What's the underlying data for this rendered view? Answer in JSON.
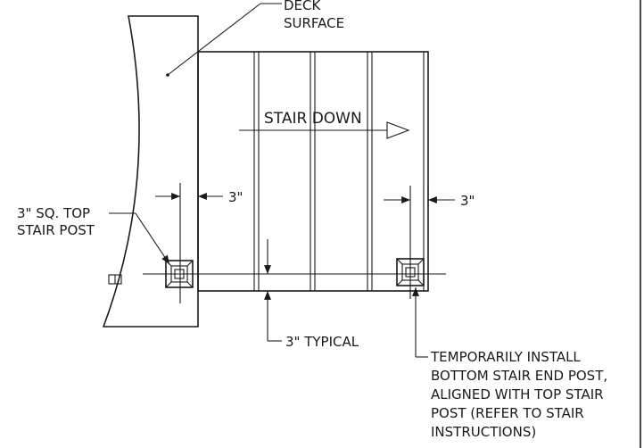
{
  "labels": {
    "deck_surface": [
      "DECK",
      "SURFACE"
    ],
    "stair_down": "STAIR DOWN",
    "dim_left": "3\"",
    "dim_right": "3\"",
    "top_post": [
      "3\" SQ. TOP",
      "STAIR POST"
    ],
    "typical": "3\" TYPICAL",
    "note": [
      "TEMPORARILY INSTALL",
      "BOTTOM STAIR END POST,",
      "ALIGNED WITH TOP STAIR",
      "POST (REFER TO STAIR",
      "INSTRUCTIONS)"
    ]
  },
  "colors": {
    "line": "#1a1a1a",
    "background": "#ffffff"
  }
}
